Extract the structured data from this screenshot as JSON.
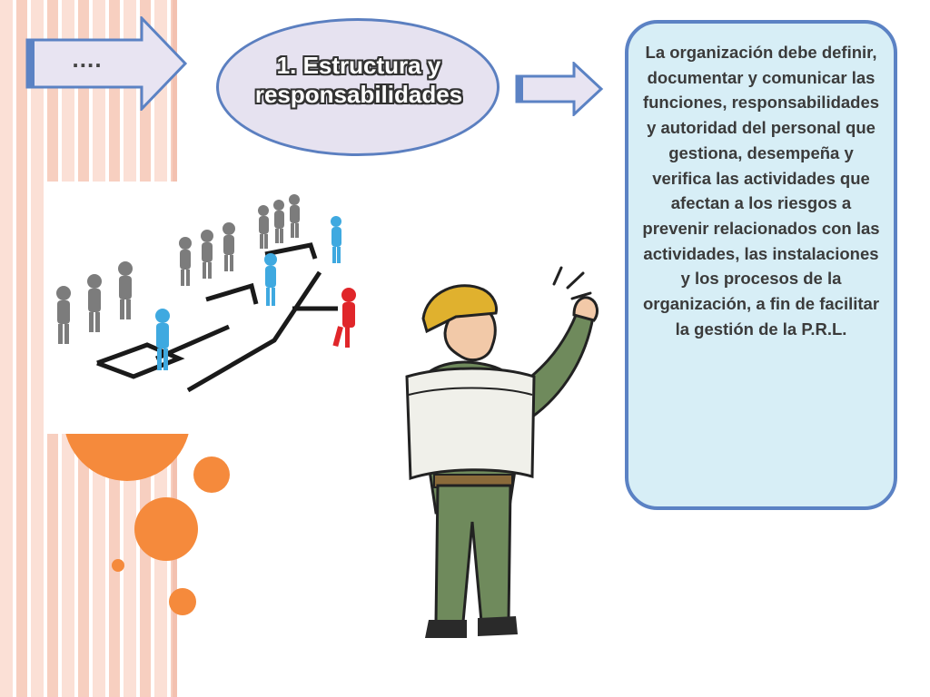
{
  "slide": {
    "nav_arrow_label": "….",
    "title_line1": "1. Estructura y",
    "title_line2": "responsabilidades",
    "description": "La organización debe definir, documentar y comunicar las funciones, responsabilidades y autoridad del personal que gestiona, desempeña y verifica las actividades que afectan a los riesgos a prevenir relacionados con las actividades, las instalaciones y los procesos de la organización, a fin de facilitar la gestión de la P.R.L."
  },
  "colors": {
    "accent_orange": "#f58a3c",
    "box_border": "#5b82c4",
    "box_fill": "#d7eef6",
    "ellipse_fill": "#e6e2f0"
  },
  "images": {
    "org_chart": "org-chart-people-illustration",
    "worker": "construction-worker-with-blueprint-illustration"
  }
}
